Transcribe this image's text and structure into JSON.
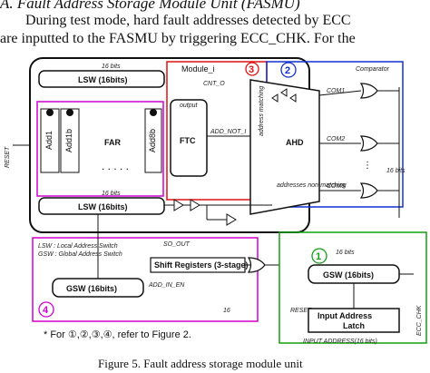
{
  "heading": "A.    Fault Address Storage Module Unit (FASMU)",
  "paragraph_line1": "During test mode, hard fault addresses detected by ECC",
  "paragraph_line2": "are inputted to the FASMU by triggering ECC_CHK. For the",
  "caption": "Figure 5.    Fault address storage module unit",
  "diagram": {
    "module_i": "Module_i",
    "badge_3": "3",
    "badge_2": "2",
    "badge_1": "1",
    "badge_4": "4",
    "lsw_top": "LSW (16bits)",
    "lsw_bottom": "LSW (16bits)",
    "bits_top": "16 bits",
    "bits_mid": "16 bits",
    "bits_low": "16 bits",
    "bits_right": "16 bits",
    "bits_right_top": "16 bits",
    "bits_16": "16",
    "add1": "Add1",
    "add1b": "Add1b",
    "add8b": "Add8b",
    "far": "FAR",
    "ftc": "FTC",
    "ahd": "AHD",
    "output": "output",
    "addr_nonmatching": "addresses\nnon-matching",
    "addr_matching": "address matching",
    "comparator": "Comparator",
    "com1": "COM1",
    "com2": "COM2",
    "com8": "COM8",
    "reset": "RESET",
    "gsw_left": "GSW (16bits)",
    "gsw_right": "GSW (16bits)",
    "shift_reg": "Shift Registers (3-stage)",
    "input_latch_1": "Input Address",
    "input_latch_2": "Latch",
    "lsw_note": "LSW : Local Address Switch",
    "gsw_note": "GSW : Global Address Switch",
    "ecc_chk": "ECC_CHK",
    "add_in_en": "ADD_IN_EN",
    "input_address": "INPUT ADDRESS(16 bits)",
    "sig_so": "SO_OUT",
    "sig_add": "ADD_NOT_I",
    "sig_cnt": "CNT_O",
    "footnote": "* For ①,②,③,④, refer to Figure 2."
  }
}
